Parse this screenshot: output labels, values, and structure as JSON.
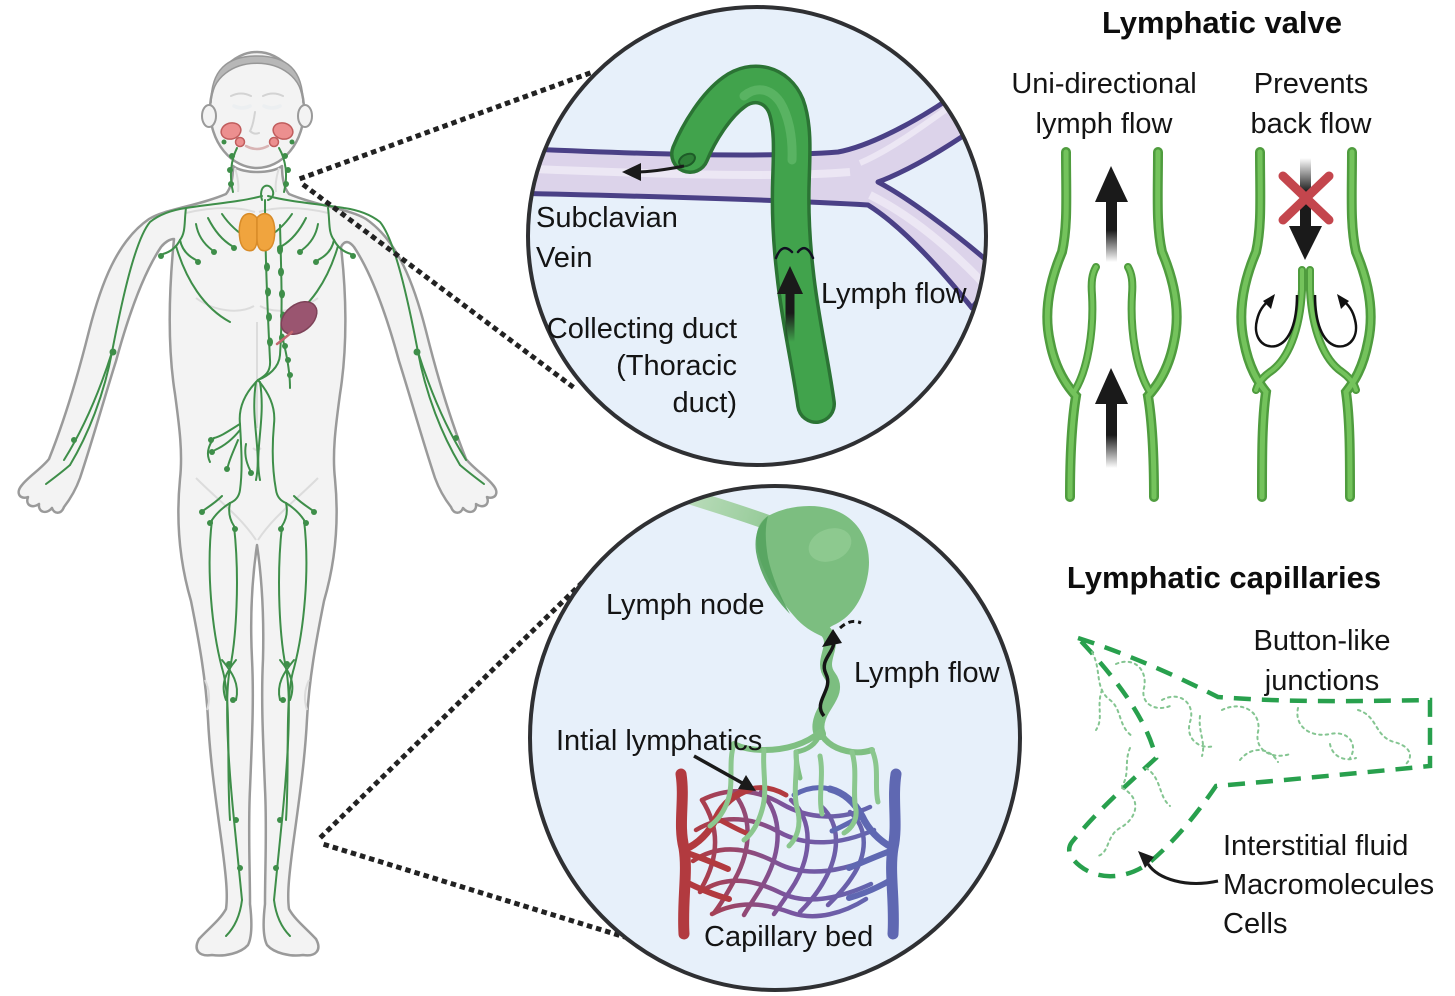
{
  "inset_duct": {
    "subclavian_l1": "Subclavian",
    "subclavian_l2": "Vein",
    "lymph_flow": "Lymph flow",
    "collecting_l1": "Collecting duct",
    "collecting_l2": "(Thoracic",
    "collecting_l3": "duct)"
  },
  "inset_capillary": {
    "lymph_node": "Lymph node",
    "lymph_flow": "Lymph flow",
    "initial_lymphatics": "Intial lymphatics",
    "capillary_bed": "Capillary bed"
  },
  "valve_panel": {
    "title": "Lymphatic valve",
    "left_l1": "Uni-directional",
    "left_l2": "lymph flow",
    "right_l1": "Prevents",
    "right_l2": "back flow"
  },
  "capillaries_panel": {
    "title": "Lymphatic capillaries",
    "junctions_l1": "Button-like",
    "junctions_l2": "junctions",
    "fluid_l1": "Interstitial fluid",
    "fluid_l2": "Macromolecules",
    "fluid_l3": "Cells"
  },
  "colors": {
    "lymph_green_dark": "#3fa24b",
    "lymph_green_light": "#7cbe80",
    "valve_green": "#6fbf58",
    "vein_purple_fill": "#dcd3ea",
    "vein_purple_border": "#4a4086",
    "artery_red": "#b23a3f",
    "venule_blue": "#5f68b2",
    "block_x_red": "#c4464d",
    "dashed_junction_green": "#28a04d",
    "inset_fill_blue": "#e7f0fa",
    "thymus_orange": "#f0a43e",
    "spleen_maroon": "#9a5570",
    "salivary_pink": "#ec8f8f"
  }
}
